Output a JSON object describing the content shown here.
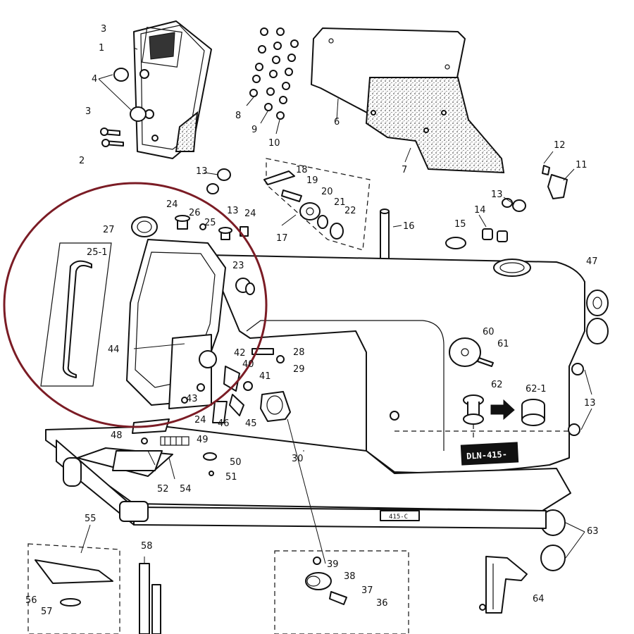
{
  "diagram": {
    "model_plate": "DLN-415-",
    "bed_plate": "415-C",
    "highlight_color": "#7b1c25",
    "part_labels": [
      "1",
      "2",
      "3",
      "3",
      "4",
      "6",
      "7",
      "8",
      "9",
      "10",
      "11",
      "12",
      "13",
      "13",
      "13",
      "13",
      "14",
      "15",
      "16",
      "17",
      "18",
      "19",
      "20",
      "21",
      "22",
      "23",
      "24",
      "24",
      "24",
      "25",
      "25-1",
      "26",
      "27",
      "28",
      "29",
      "30",
      "36",
      "37",
      "38",
      "39",
      "40",
      "41",
      "42",
      "43",
      "44",
      "45",
      "46",
      "47",
      "48",
      "49",
      "50",
      "51",
      "52",
      "54",
      "55",
      "56",
      "57",
      "58",
      "60",
      "61",
      "62",
      "62-1",
      "63",
      "64"
    ]
  }
}
